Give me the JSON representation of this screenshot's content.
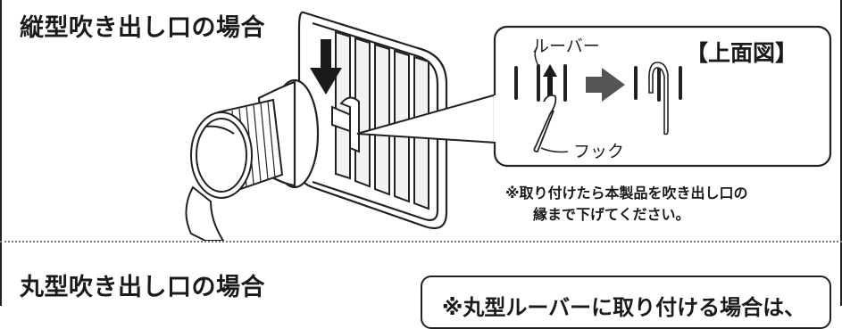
{
  "sections": {
    "vertical": {
      "title": "縦型吹き出し口の場合",
      "callout": {
        "title": "【上面図】",
        "louver_label": "ルーバー",
        "hook_label": "フック"
      },
      "note": {
        "line1": "※取り付けたら本製品を吹き出し口の",
        "line2": "縁まで下げてください。"
      }
    },
    "round": {
      "title": "丸型吹き出し口の場合",
      "note": "※丸型ルーバーに取り付ける場合は、"
    }
  },
  "colors": {
    "ink": "#1a1a1a",
    "arrow": "#555555",
    "divider": "#777777"
  }
}
